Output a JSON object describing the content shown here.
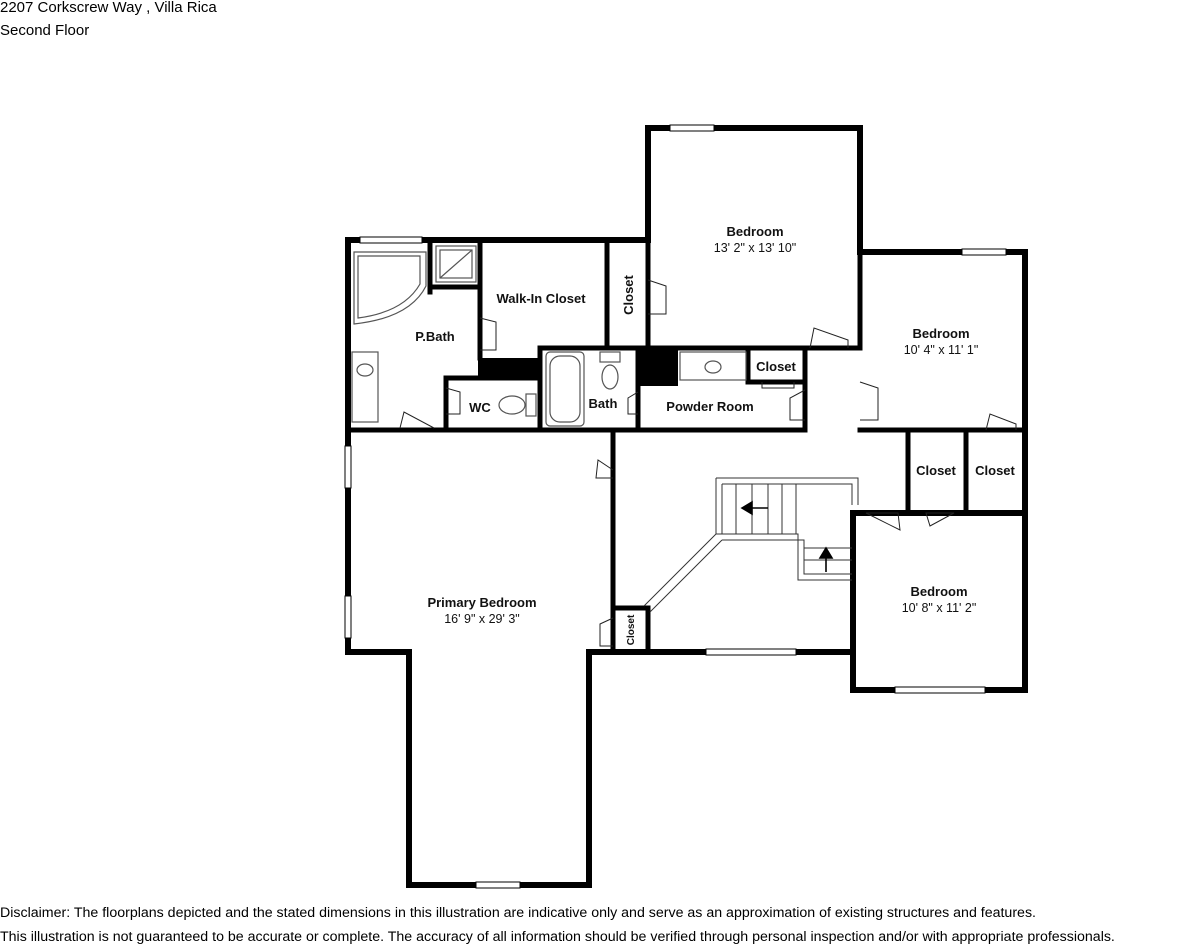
{
  "header": {
    "address": "2207 Corkscrew Way , Villa Rica",
    "floor": "Second Floor"
  },
  "rooms": {
    "bedroom_top": {
      "name": "Bedroom",
      "dims": "13' 2\" x 13' 10\""
    },
    "bedroom_right": {
      "name": "Bedroom",
      "dims": "10' 4\" x 11' 1\""
    },
    "bedroom_lower": {
      "name": "Bedroom",
      "dims": "10' 8\" x 11' 2\""
    },
    "primary_bedroom": {
      "name": "Primary Bedroom",
      "dims": "16' 9\" x 29' 3\""
    },
    "pbath": "P.Bath",
    "walkin": "Walk-In Closet",
    "closet_vertical": "Closet",
    "wc": "WC",
    "bath": "Bath",
    "powder": "Powder Room",
    "closet_powder": "Closet",
    "closet_a": "Closet",
    "closet_b": "Closet",
    "closet_small": "Closet"
  },
  "disclaimer": {
    "line1": "Disclaimer: The floorplans depicted and the stated dimensions in this illustration are indicative only and serve as an approximation of existing structures and features.",
    "line2": "This illustration is not guaranteed to be accurate or complete. The accuracy of all information should be verified through personal inspection and/or with appropriate professionals."
  },
  "colors": {
    "wall": "#000000",
    "fixture": "#555555",
    "background": "#ffffff"
  }
}
